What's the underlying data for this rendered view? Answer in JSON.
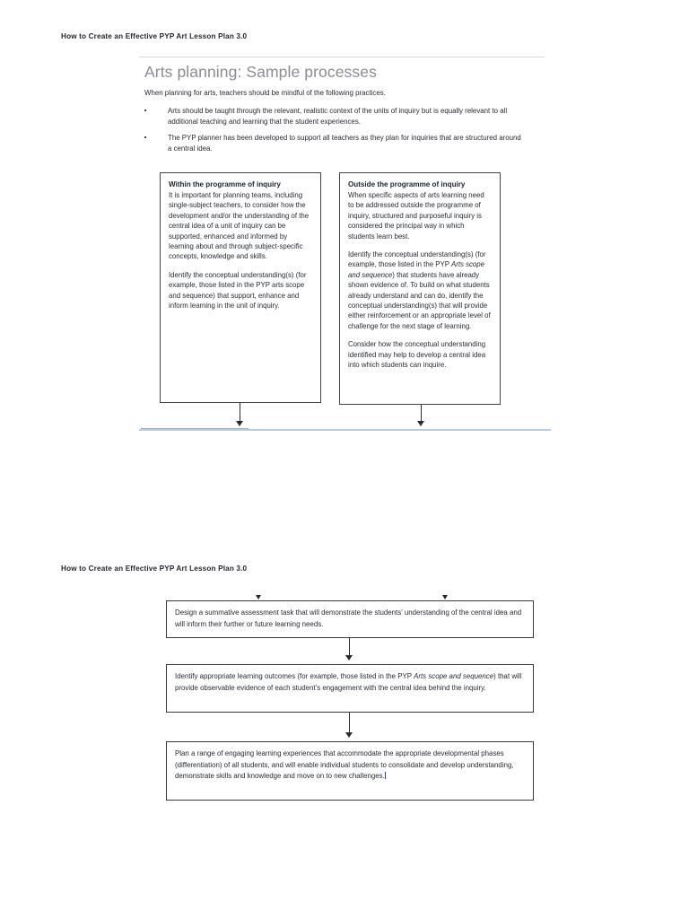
{
  "document": {
    "running_head": "How to Create an Effective PYP Art Lesson Plan 3.0",
    "section_title": "Arts planning: Sample processes"
  },
  "intro": {
    "lead": "When planning for arts, teachers should be mindful of the following practices.",
    "bullets": [
      "Arts should be taught through the relevant, realistic context of the units of inquiry but is equally relevant to all additional teaching and learning that the student experiences.",
      "The PYP planner has been developed to support all teachers as they plan for inquiries that are structured around a central idea."
    ]
  },
  "flow_top": {
    "within": {
      "heading": "Within the programme of inquiry",
      "paragraphs": [
        "It is important for planning teams, including single-subject teachers, to consider how the development and/or the understanding of the central idea of a unit of inquiry can be supported, enhanced and informed by learning about and through subject-specific concepts, knowledge and skills.",
        "Identify the conceptual understanding(s) (for example, those listed in the PYP arts scope and sequence) that support, enhance and inform learning in the unit of inquiry."
      ]
    },
    "outside": {
      "heading": "Outside the programme of inquiry",
      "paragraphs": [
        "When specific aspects of arts learning need to be addressed outside the programme of inquiry, structured and purposeful inquiry is considered the principal way in which students learn best.",
        "Identify the conceptual understanding(s) (for example, those listed in the PYP Arts scope and sequence) that students have already shown evidence of. To build on what students already understand and can do, identify the conceptual understanding(s) that will provide either reinforcement or an appropriate level of challenge for the next stage of learning.",
        "Consider how the conceptual understanding identified may help to develop a central idea into which students can inquire."
      ],
      "italic_phrase": "Arts scope and sequence"
    }
  },
  "flow_bottom": {
    "steps": [
      {
        "text": "Design a summative assessment task that will demonstrate the students’ understanding of the central idea and will inform their further or future learning needs."
      },
      {
        "text_before": "Identify appropriate learning outcomes (for example, those listed in the PYP ",
        "italic": "Arts scope and sequence",
        "text_after": ") that will provide observable evidence of each student’s engagement with the central idea behind the inquiry."
      },
      {
        "text": "Plan a range of engaging learning experiences that accommodate the appropriate developmental phases (differentiation) of all students, and will enable individual students to consolidate and develop understanding, demonstrate skills and knowledge and move on to new challenges."
      }
    ]
  },
  "colors": {
    "rule_gray": "#d9d9d9",
    "title_gray": "#8c8c94",
    "blue_rule": "#b7cbdd",
    "box_border": "#444444",
    "body_text": "#262b33",
    "caret": "#1b4f8a"
  }
}
